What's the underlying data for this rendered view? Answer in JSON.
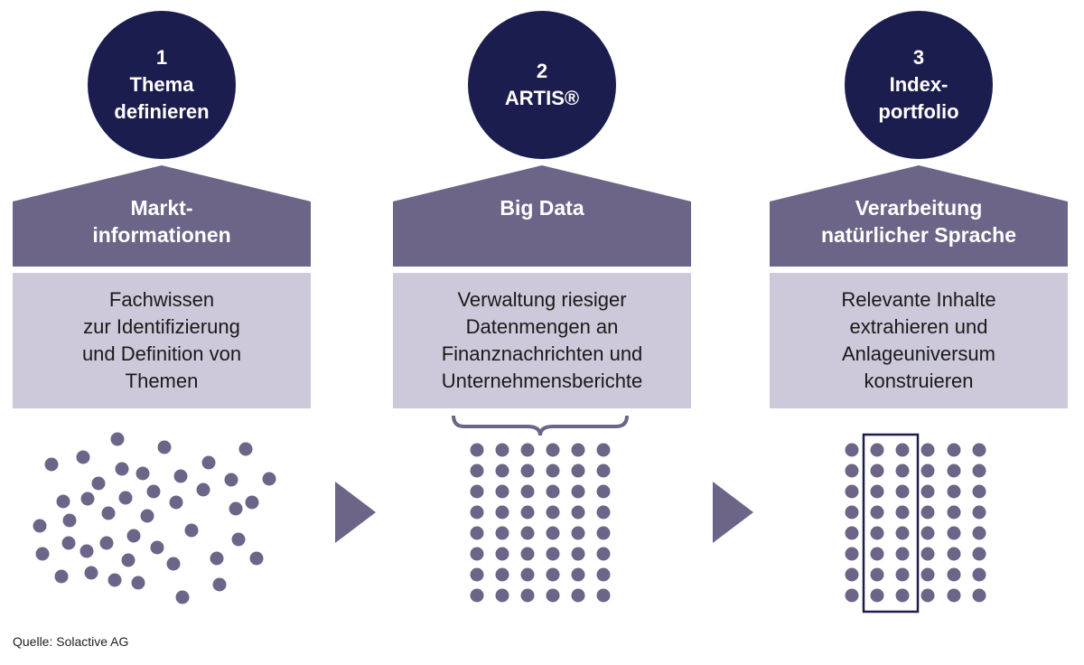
{
  "colors": {
    "circle": "#1c1d4f",
    "roof": "#6c6588",
    "desc": "#cdc9da",
    "dot": "#6c6588"
  },
  "steps": [
    {
      "number": "1",
      "title_lines": [
        "Thema",
        "definieren"
      ],
      "roof_lines": [
        "Markt-",
        "informationen"
      ],
      "desc_lines": [
        "Fachwissen",
        "zur Identifizierung",
        "und Definition von",
        "Themen"
      ]
    },
    {
      "number": "2",
      "title_lines": [
        "ARTIS®"
      ],
      "roof_lines": [
        "Big Data"
      ],
      "desc_lines": [
        "Verwaltung riesiger",
        "Datenmengen an",
        "Finanznachrichten und",
        "Unternehmensberichte"
      ]
    },
    {
      "number": "3",
      "title_lines": [
        "Index-",
        "portfolio"
      ],
      "roof_lines": [
        "Verarbeitung",
        "natürlicher Sprache"
      ],
      "desc_lines": [
        "Relevante Inhalte",
        "extrahieren und",
        "Anlageuniversum",
        "konstruieren"
      ]
    }
  ],
  "source": "Quelle: Solactive AG"
}
